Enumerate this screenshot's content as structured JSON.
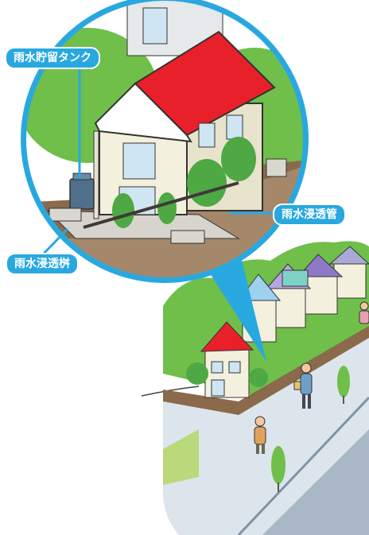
{
  "labels": {
    "rain_tank": "雨水貯留タンク",
    "infiltration_pipe": "雨水浸透管",
    "infiltration_basin": "雨水浸透桝"
  },
  "colors": {
    "accent": "#29a8e0",
    "roof": "#e8202a",
    "wall": "#f4f0de",
    "greenery": "#6fbf4a",
    "soil": "#8a6a4a",
    "road": "#a9b7c6",
    "sidewalk": "#dce5ec"
  }
}
